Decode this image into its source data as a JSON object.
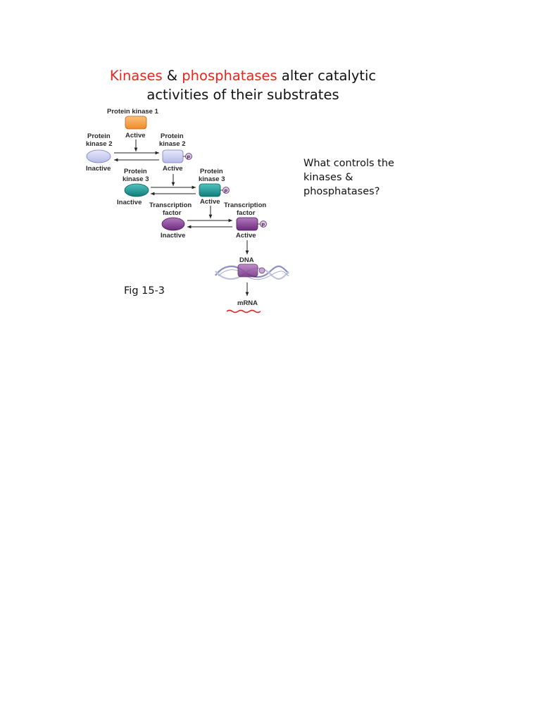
{
  "title": {
    "part1": "Kinases",
    "part2": " & ",
    "part3": "phosphatases",
    "part4": " alter catalytic",
    "line2": "activities of their substrates"
  },
  "question": {
    "line1": "What controls the",
    "line2": "kinases  &",
    "line3": "phosphatases?"
  },
  "figure_label": "Fig 15-3",
  "diagram": {
    "pk1_label": "Protein kinase 1",
    "pk1_state": "Active",
    "pk2_label_l1": "Protein",
    "pk2_label_l2": "kinase 2",
    "pk2_inactive": "Inactive",
    "pk2_active": "Active",
    "pk3_label_l1": "Protein",
    "pk3_label_l2": "kinase 3",
    "pk3_inactive": "Inactive",
    "pk3_active": "Active",
    "tf_label_l1": "Transcription",
    "tf_label_l2": "factor",
    "tf_inactive": "Inactive",
    "tf_active": "Active",
    "phospho": "P",
    "dna": "DNA",
    "mrna": "mRNA"
  },
  "colors": {
    "title_red": "#e8261e",
    "kinase1": "#f59a3c",
    "kinase2": "#c9cdf2",
    "kinase3": "#1c9c99",
    "tf": "#8a3a98",
    "phospho": "#b48ac0",
    "mrna_wave": "#d62b2b"
  }
}
